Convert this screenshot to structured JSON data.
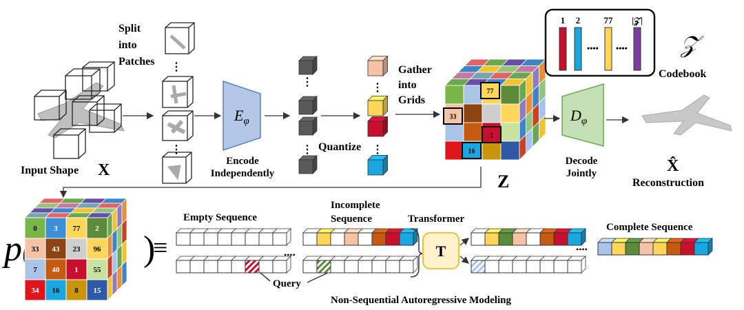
{
  "labels": {
    "split": [
      "Split",
      "into",
      "Patches"
    ],
    "input_shape": "Input Shape",
    "input_var": "X",
    "encoder": "E",
    "encoder_sub": "φ",
    "encode": [
      "Encode",
      "Independently"
    ],
    "quantize": "Quantize",
    "gather": [
      "Gather",
      "into",
      "Grids"
    ],
    "z": "Z",
    "codebook": "Codebook",
    "codebook_symbol": "𝒵",
    "decoder": "D",
    "decoder_sub": "φ",
    "decode": [
      "Decode",
      "Jointly"
    ],
    "reconstruction": "Reconstruction",
    "xhat": "X̂",
    "p_symbol": "p(",
    "p_close": ")",
    "equiv": "≡",
    "empty_sequence": "Empty Sequence",
    "incomplete_sequence": [
      "Incomplete",
      "Sequence"
    ],
    "transformer": "Transformer",
    "transformer_letter": "T",
    "complete_sequence": "Complete Sequence",
    "query": "Query",
    "ellipsis": "••••",
    "caption": "Non-Sequential Autoregressive Modeling"
  },
  "codebook_entries": [
    {
      "label": "1",
      "color": "#c8102e"
    },
    {
      "label": "2",
      "color": "#1aa7e0"
    },
    {
      "label": "77",
      "color": "#ffd65a"
    },
    {
      "label": "|𝒵|",
      "color": "#7b3fa0"
    }
  ],
  "cube_top_labels": [
    "77",
    "33",
    "1",
    "16"
  ],
  "grid_front": [
    [
      {
        "v": "0",
        "c": "#7ab648"
      },
      {
        "v": "3",
        "c": "#3d8fd6"
      },
      {
        "v": "77",
        "c": "#ffd65a"
      },
      {
        "v": "2",
        "c": "#5a8a3a"
      }
    ],
    [
      {
        "v": "33",
        "c": "#f6c3a6"
      },
      {
        "v": "43",
        "c": "#8b4513"
      },
      {
        "v": "23",
        "c": "#cfcfcf"
      },
      {
        "v": "96",
        "c": "#ffd65a"
      }
    ],
    [
      {
        "v": "7",
        "c": "#a9c4e6"
      },
      {
        "v": "40",
        "c": "#c55a11"
      },
      {
        "v": "1",
        "c": "#c8102e"
      },
      {
        "v": "55",
        "c": "#c9e2a0"
      }
    ],
    [
      {
        "v": "34",
        "c": "#e0151b"
      },
      {
        "v": "16",
        "c": "#1aa7e0"
      },
      {
        "v": "8",
        "c": "#c8950c"
      },
      {
        "v": "15",
        "c": "#2e5aa8"
      }
    ]
  ],
  "colors": {
    "encoder_fill": "#b4c7e7",
    "decoder_fill": "#c5e0b4",
    "transformer_fill": "#fff2cc",
    "quantized": [
      "#f6c3a6",
      "#ffd65a",
      "#c8102e",
      "#1aa7e0"
    ],
    "gray_patch": "#595959"
  },
  "sequences": {
    "incomplete": [
      "#ffd65a",
      "#f6c3a6",
      "#c55a11",
      "#c8102e",
      "#1aa7e0"
    ],
    "output_top": [
      "#ffd65a",
      "#5a8a3a",
      "#f6c3a6",
      "#c55a11",
      "#c8102e",
      "#1aa7e0"
    ],
    "complete": [
      "#a9c4e6",
      "#ffd65a",
      "#5a8a3a",
      "#f6c3a6",
      "#ffd65a",
      "#c55a11",
      "#c8102e",
      "#1aa7e0"
    ]
  }
}
